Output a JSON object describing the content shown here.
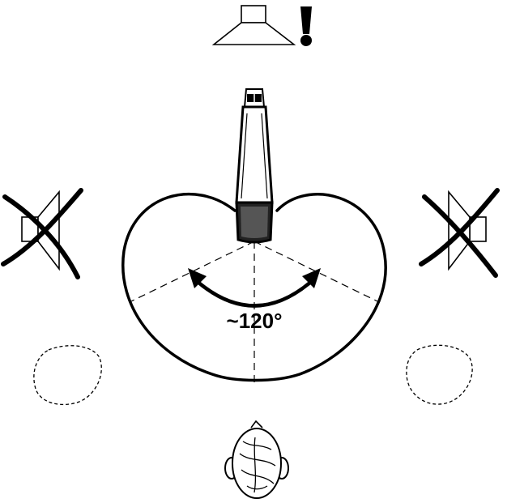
{
  "angle_label": "~120°",
  "icons": {
    "monitor_speaker": "speaker-icon",
    "warning": "exclamation-icon",
    "microphone": "microphone-icon",
    "polar_pattern": "supercardioid-pattern",
    "left_speaker_rejected": "speaker-crossed-icon",
    "right_speaker_rejected": "speaker-crossed-icon",
    "left_source_outline": "dashed-source-outline",
    "right_source_outline": "dashed-source-outline",
    "performer": "head-top-view-icon"
  },
  "colors": {
    "stroke": "#000000",
    "background": "#ffffff",
    "grille": "#444444"
  }
}
